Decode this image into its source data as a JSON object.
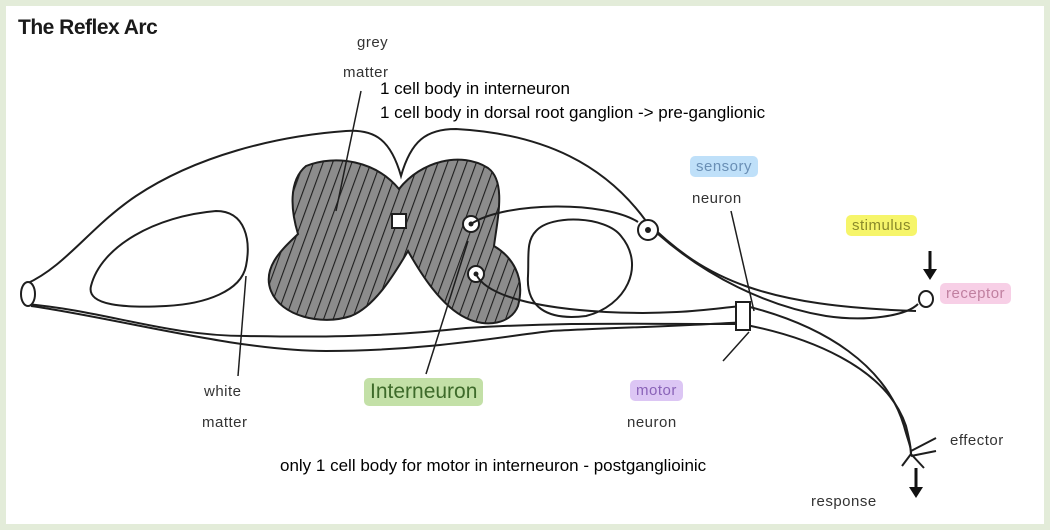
{
  "title": "The Reflex Arc",
  "labels": {
    "grey_matter_1": "grey",
    "grey_matter_2": "matter",
    "white_matter_1": "white",
    "white_matter_2": "matter",
    "sensory": "sensory",
    "sensory_neuron": "neuron",
    "stimulus": "stimulus",
    "receptor": "receptor",
    "interneuron": "Interneuron",
    "motor": "motor",
    "motor_neuron": "neuron",
    "effector": "effector",
    "response": "response"
  },
  "notes": {
    "line1": "1 cell body in interneuron",
    "line2": "1 cell body in dorsal root ganglion -> pre-ganglionic",
    "line3": "only 1 cell body for motor in interneuron - postganglioinic"
  },
  "colors": {
    "sensory_highlight": "#bfe0f9",
    "stimulus_highlight": "#f6f56a",
    "receptor_highlight": "#f7cfe6",
    "motor_highlight": "#dcc6f4",
    "interneuron_highlight": "#c3e0a7",
    "border": "#e3ecd9"
  }
}
